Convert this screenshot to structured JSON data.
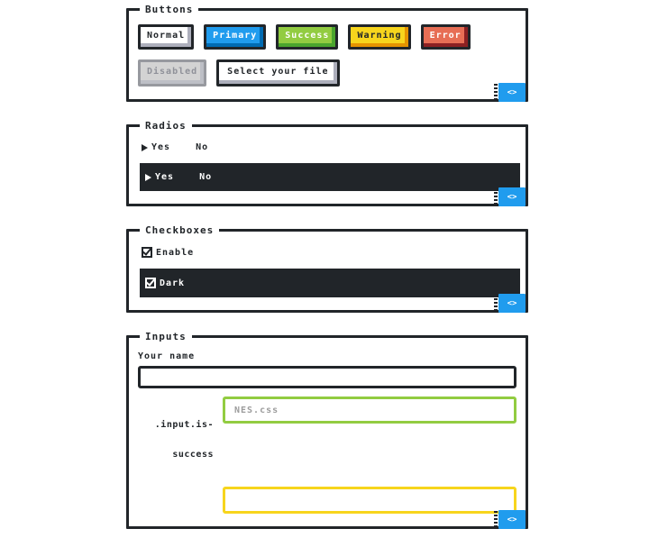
{
  "colors": {
    "primary": "#209cee",
    "primary_shadow": "#006bb3",
    "success": "#92cc41",
    "success_shadow": "#4aa52e",
    "warning": "#f7d51d",
    "warning_shadow": "#e59400",
    "error": "#e76e55",
    "error_shadow": "#8c2022",
    "normal_shadow": "#adafbc",
    "disabled_bg": "#d3d3d3",
    "dark": "#212529",
    "code_button_bg": "#209cee"
  },
  "buttons_section": {
    "legend": "Buttons",
    "normal": "Normal",
    "primary": "Primary",
    "success": "Success",
    "warning": "Warning",
    "error": "Error",
    "disabled": "Disabled",
    "file_select": "Select your file",
    "code_button": "<>"
  },
  "radios_section": {
    "legend": "Radios",
    "light": {
      "yes": "Yes",
      "no": "No",
      "selected_option": "Yes"
    },
    "dark": {
      "yes": "Yes",
      "no": "No",
      "selected_option": "Yes"
    },
    "code_button": "<>"
  },
  "checkboxes_section": {
    "legend": "Checkboxes",
    "light_label": "Enable",
    "light_checked": true,
    "dark_label": "Dark",
    "dark_checked": true,
    "code_button": "<>"
  },
  "inputs_section": {
    "legend": "Inputs",
    "name_label": "Your name",
    "name_value": "",
    "success_label_line1": ".input.is-",
    "success_label_line2": "success",
    "success_placeholder": "NES.css",
    "code_button": "<>"
  }
}
